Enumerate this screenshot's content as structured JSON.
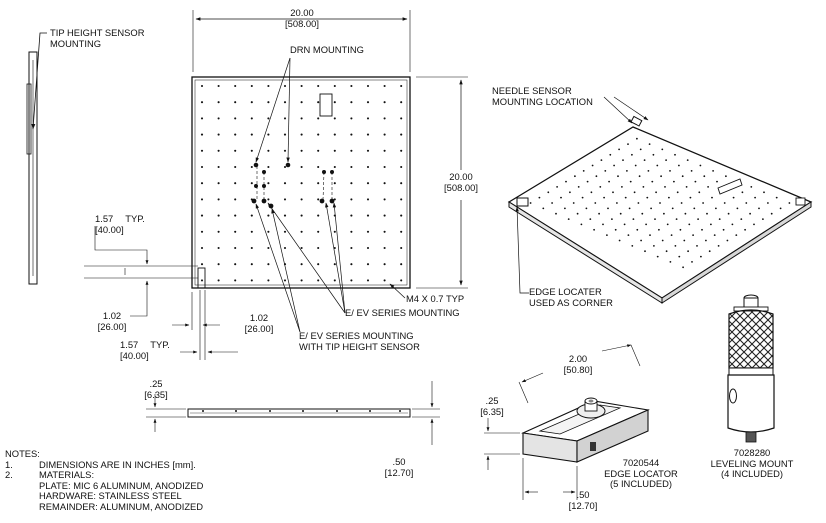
{
  "labels": {
    "tip_height_line1": "TIP HEIGHT SENSOR",
    "tip_height_line2": "MOUNTING",
    "drn_mounting": "DRN MOUNTING",
    "needle_line1": "NEEDLE SENSOR",
    "needle_line2": "MOUNTING LOCATION",
    "edge_locater_line1": "EDGE LOCATER",
    "edge_locater_line2": "USED AS CORNER",
    "thread": "M4 X 0.7 TYP",
    "ev_series": "E/ EV SERIES MOUNTING",
    "ev_tip_line1": "E/ EV SERIES MOUNTING",
    "ev_tip_line2": "WITH TIP HEIGHT SENSOR",
    "typ": "TYP."
  },
  "dimensions": {
    "width_in": "20.00",
    "width_mm": "[508.00]",
    "height_in": "20.00",
    "height_mm": "[508.00]",
    "d157a_in": "1.57",
    "d157a_mm": "[40.00]",
    "d102a_in": "1.02",
    "d102a_mm": "[26.00]",
    "d102b_in": "1.02",
    "d102b_mm": "[26.00]",
    "d157b_in": "1.57",
    "d157b_mm": "[40.00]",
    "thick_in": ".25",
    "thick_mm": "[6.35]",
    "side_h_in": ".50",
    "side_h_mm": "[12.70]",
    "loc_len_in": "2.00",
    "loc_len_mm": "[50.80]",
    "loc_h_in": ".25",
    "loc_h_mm": "[6.35]",
    "loc_w_in": ".50",
    "loc_w_mm": "[12.70]"
  },
  "parts": {
    "edge_locator": {
      "number": "7020544",
      "name": "EDGE LOCATOR",
      "qty": "(5 INCLUDED)"
    },
    "leveling_mount": {
      "number": "7028280",
      "name": "LEVELING MOUNT",
      "qty": "(4 INCLUDED)"
    }
  },
  "notes": {
    "title": "NOTES:",
    "n1_num": "1.",
    "n1_text": "DIMENSIONS ARE IN INCHES [mm].",
    "n2_num": "2.",
    "n2_text": "MATERIALS:",
    "m1": "PLATE: MIC 6 ALUMINUM, ANODIZED",
    "m2": "HARDWARE: STAINLESS STEEL",
    "m3": "REMAINDER: ALUMINUM, ANODIZED"
  }
}
